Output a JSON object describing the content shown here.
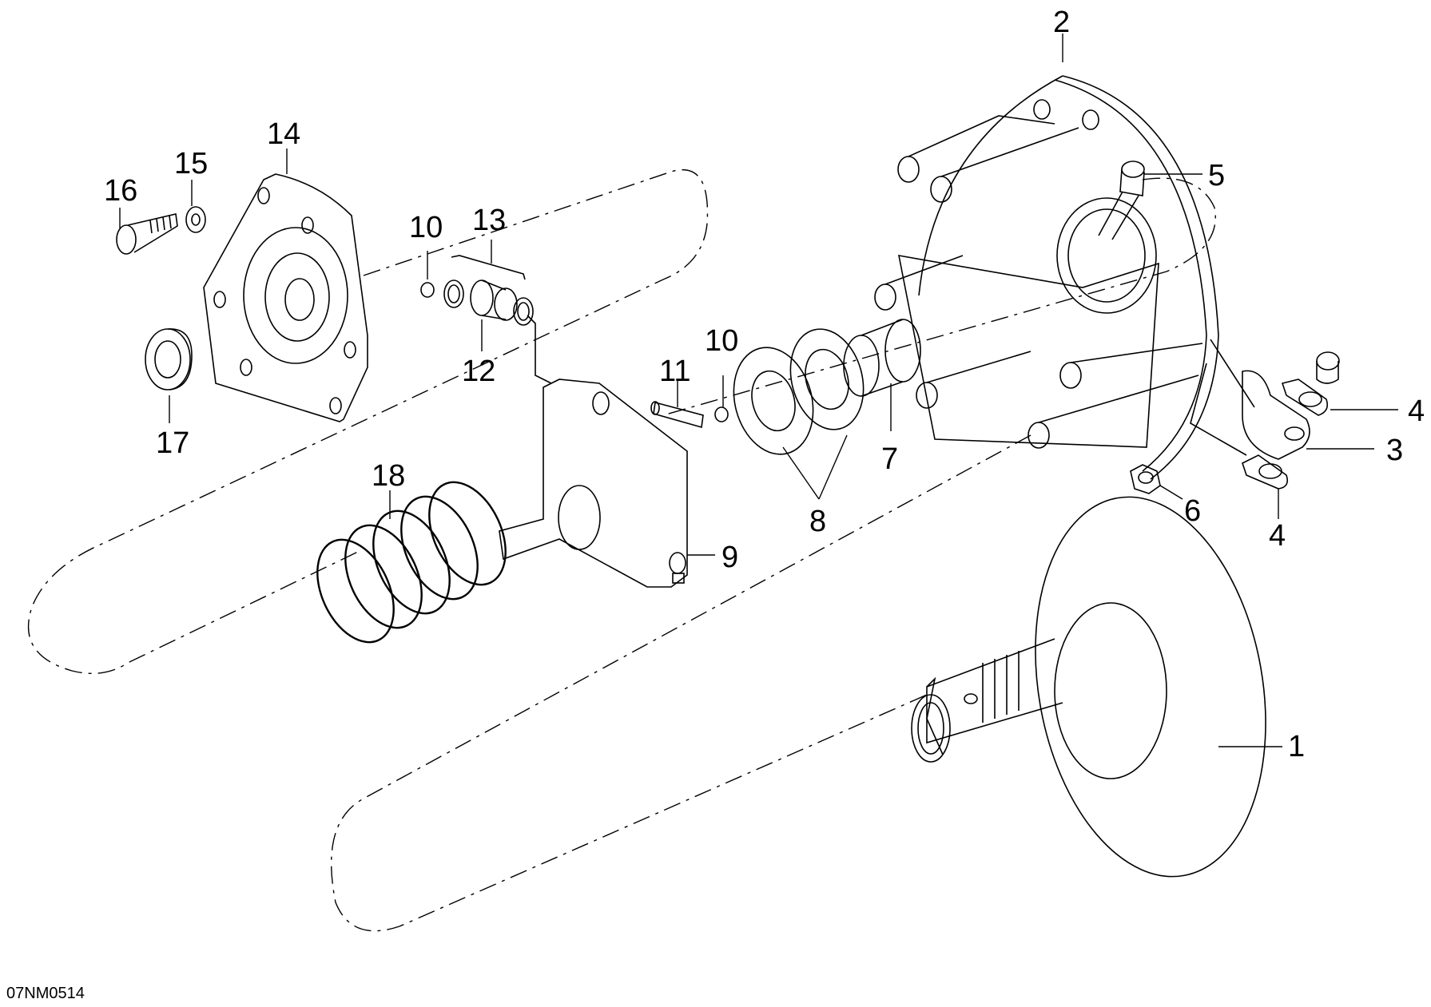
{
  "diagram": {
    "type": "exploded-parts-view",
    "reference_code": "07NM0514",
    "callouts": [
      {
        "id": "c1",
        "label": "1"
      },
      {
        "id": "c2",
        "label": "2"
      },
      {
        "id": "c3",
        "label": "3"
      },
      {
        "id": "c4a",
        "label": "4"
      },
      {
        "id": "c4b",
        "label": "4"
      },
      {
        "id": "c5",
        "label": "5"
      },
      {
        "id": "c6",
        "label": "6"
      },
      {
        "id": "c7",
        "label": "7"
      },
      {
        "id": "c8",
        "label": "8"
      },
      {
        "id": "c9",
        "label": "9"
      },
      {
        "id": "c10a",
        "label": "10"
      },
      {
        "id": "c10b",
        "label": "10"
      },
      {
        "id": "c11",
        "label": "11"
      },
      {
        "id": "c12",
        "label": "12"
      },
      {
        "id": "c13",
        "label": "13"
      },
      {
        "id": "c14",
        "label": "14"
      },
      {
        "id": "c15",
        "label": "15"
      },
      {
        "id": "c16",
        "label": "16"
      },
      {
        "id": "c17",
        "label": "17"
      },
      {
        "id": "c18",
        "label": "18"
      }
    ]
  }
}
